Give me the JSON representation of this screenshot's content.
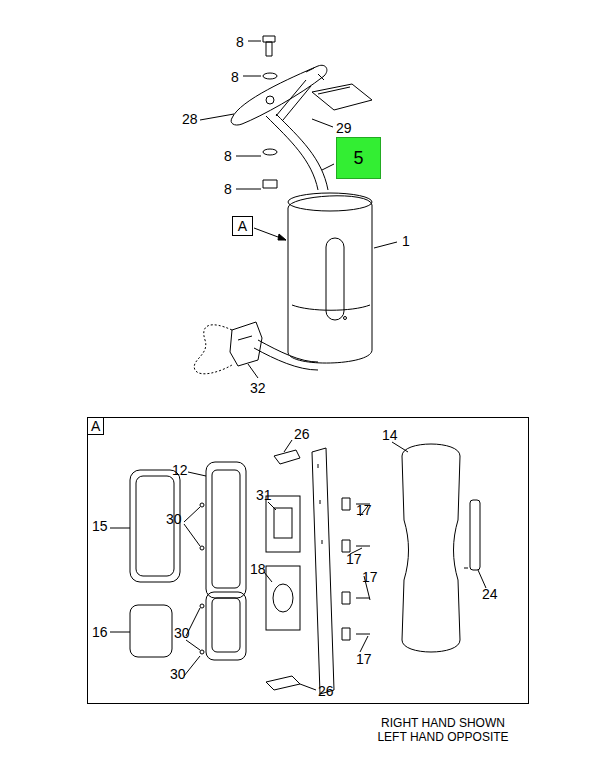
{
  "diagram": {
    "nodes": [
      {
        "text": [
          "5"
        ]
      },
      {
        "text": [
          "A"
        ]
      },
      {
        "text": [
          "A"
        ]
      }
    ],
    "labels": [
      "8",
      "8",
      "28",
      "29",
      "8",
      "8",
      "1",
      "32",
      "26",
      "14",
      "12",
      "31",
      "17",
      "15",
      "30",
      "17",
      "17",
      "18",
      "24",
      "30",
      "16",
      "17",
      "30",
      "26",
      "RIGHT HAND SHOWN LEFT HAND OPPOSITE"
    ]
  }
}
